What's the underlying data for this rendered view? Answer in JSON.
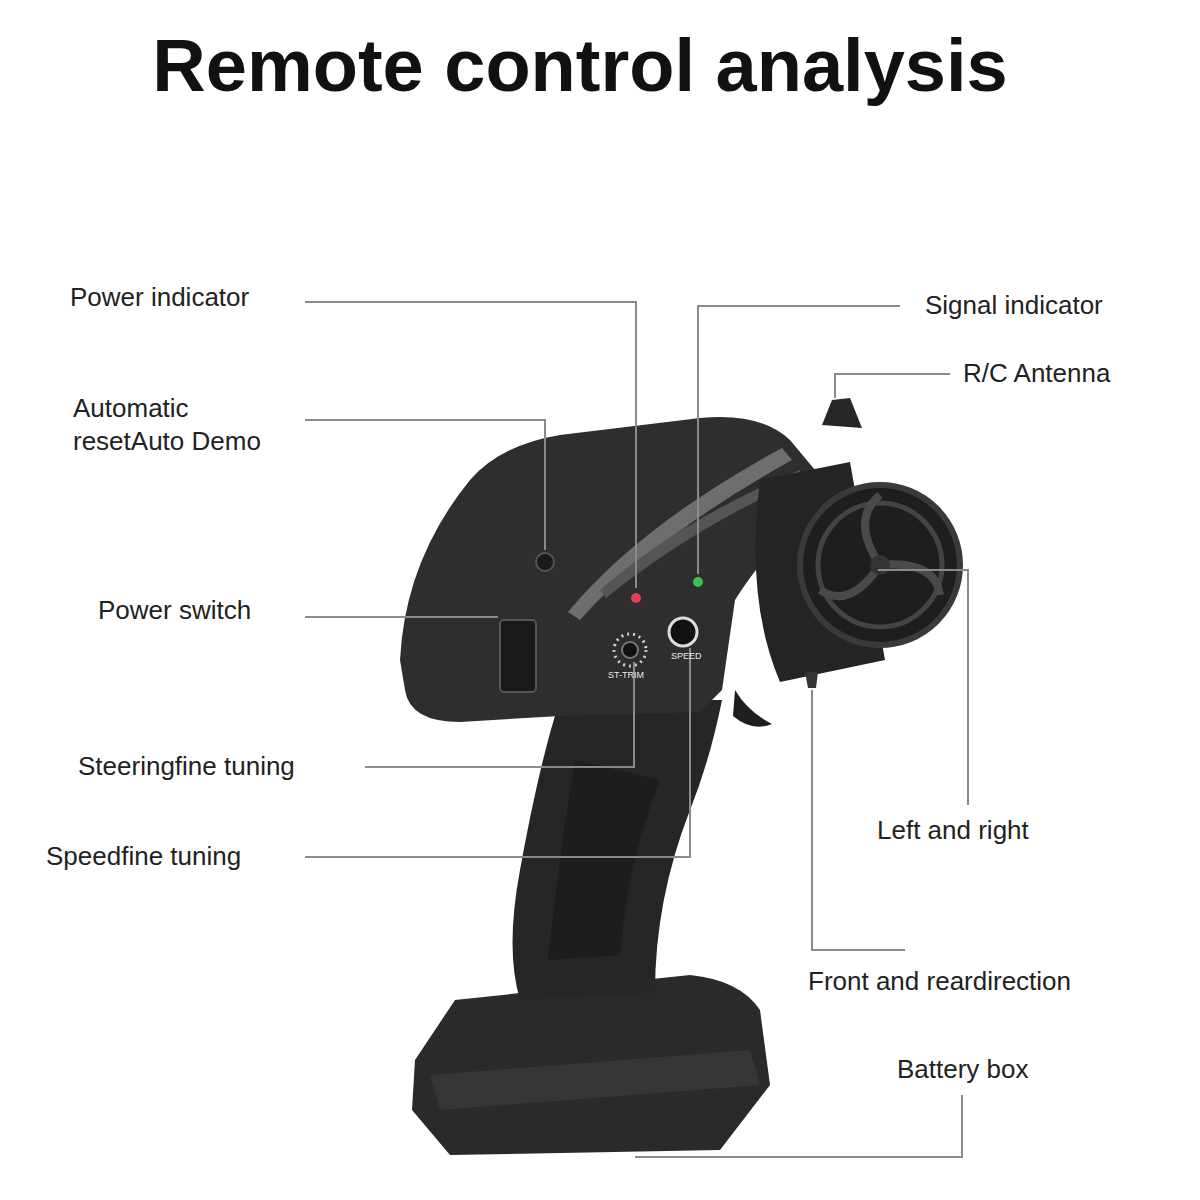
{
  "diagram": {
    "title": "Remote control analysis",
    "labels": [
      "Power indicator",
      "Automatic resetAuto Demo",
      "Power switch",
      "Steeringfine tuning",
      "Speedfine tuning",
      "Signal indicator",
      "R/C Antenna",
      "Left and right",
      "Front and reardirection",
      "Battery box",
      "ST-TRIM",
      "SPEED"
    ]
  }
}
